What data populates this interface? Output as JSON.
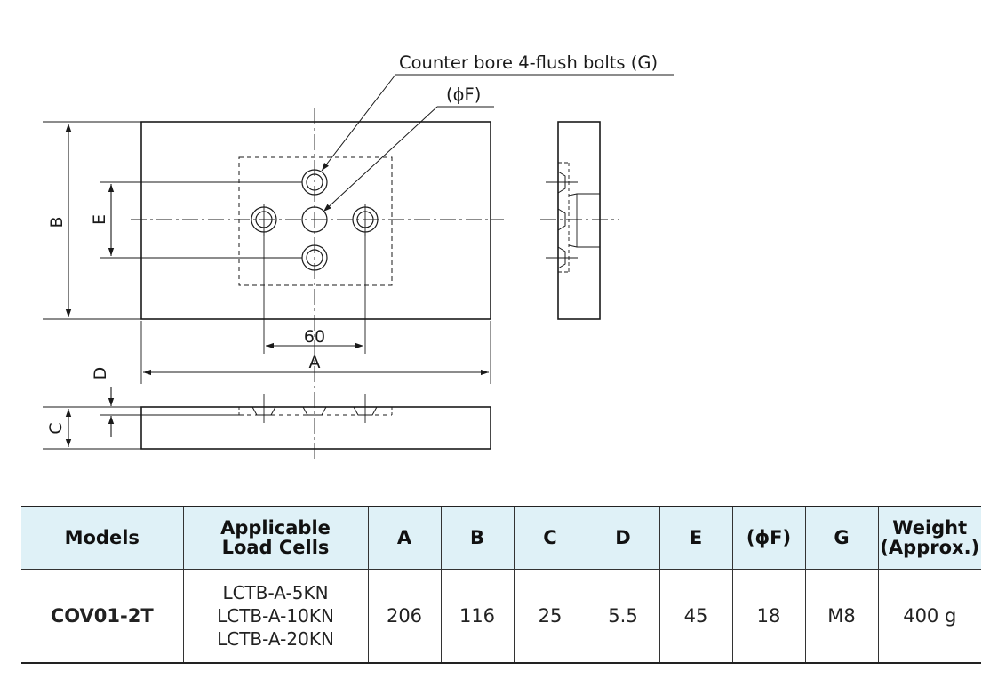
{
  "drawing": {
    "callout_bolts": "Counter bore 4-flush bolts (G)",
    "callout_diameter": "(ϕF)",
    "dim_labels": {
      "a": "A",
      "b": "B",
      "c": "C",
      "d": "D",
      "e": "E",
      "pitch": "60"
    }
  },
  "table": {
    "headers": {
      "models": "Models",
      "cells_line1": "Applicable",
      "cells_line2": "Load Cells",
      "a": "A",
      "b": "B",
      "c": "C",
      "d": "D",
      "e": "E",
      "f": "(ϕF)",
      "g": "G",
      "weight_line1": "Weight",
      "weight_line2": "(Approx.)"
    },
    "row": {
      "model": "COV01-2T",
      "cells": [
        "LCTB-A-5KN",
        "LCTB-A-10KN",
        "LCTB-A-20KN"
      ],
      "a": "206",
      "b": "116",
      "c": "25",
      "d": "5.5",
      "e": "45",
      "f": "18",
      "g": "M8",
      "weight": "400 g"
    }
  }
}
